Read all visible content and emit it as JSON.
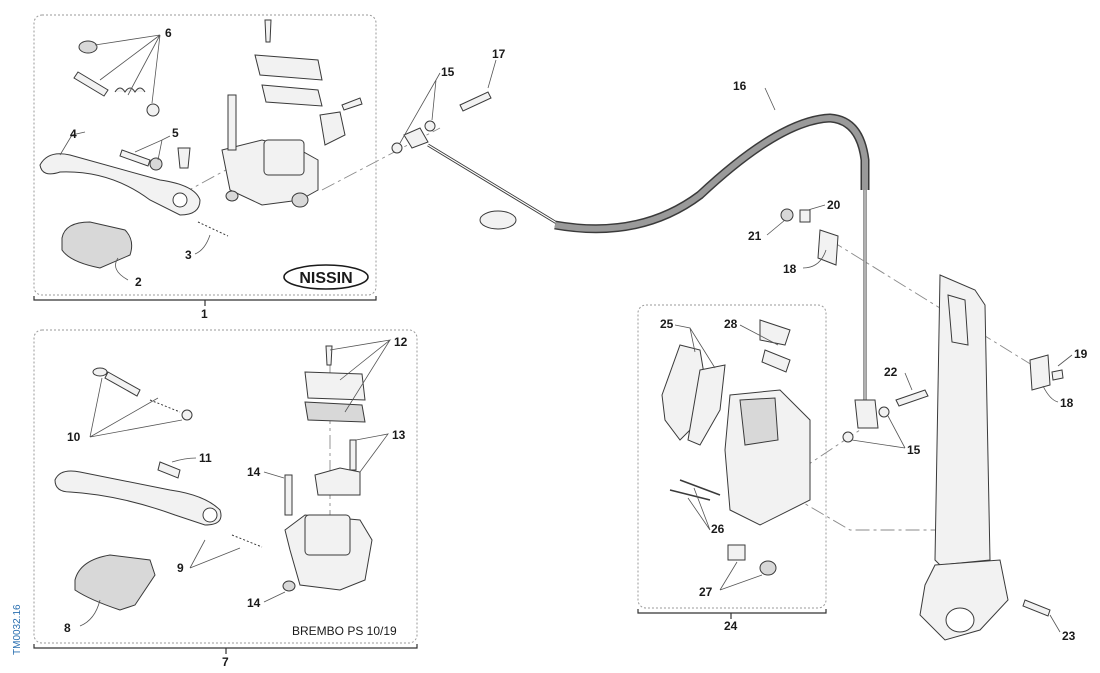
{
  "drawing_code": "TM0032.16",
  "groups": {
    "nissin": {
      "number": "1",
      "brand": "NISSIN"
    },
    "brembo": {
      "number": "7",
      "model": "BREMBO PS 10/19"
    },
    "caliper": {
      "number": "24"
    }
  },
  "callouts": [
    {
      "id": "c2",
      "label": "2"
    },
    {
      "id": "c3",
      "label": "3"
    },
    {
      "id": "c4",
      "label": "4"
    },
    {
      "id": "c5",
      "label": "5"
    },
    {
      "id": "c6",
      "label": "6"
    },
    {
      "id": "c8",
      "label": "8"
    },
    {
      "id": "c9",
      "label": "9"
    },
    {
      "id": "c10",
      "label": "10"
    },
    {
      "id": "c11",
      "label": "11"
    },
    {
      "id": "c12",
      "label": "12"
    },
    {
      "id": "c13",
      "label": "13"
    },
    {
      "id": "c14a",
      "label": "14"
    },
    {
      "id": "c14b",
      "label": "14"
    },
    {
      "id": "c15a",
      "label": "15"
    },
    {
      "id": "c15b",
      "label": "15"
    },
    {
      "id": "c16",
      "label": "16"
    },
    {
      "id": "c17",
      "label": "17"
    },
    {
      "id": "c18a",
      "label": "18"
    },
    {
      "id": "c18b",
      "label": "18"
    },
    {
      "id": "c19",
      "label": "19"
    },
    {
      "id": "c20",
      "label": "20"
    },
    {
      "id": "c21",
      "label": "21"
    },
    {
      "id": "c22",
      "label": "22"
    },
    {
      "id": "c23",
      "label": "23"
    },
    {
      "id": "c25",
      "label": "25"
    },
    {
      "id": "c26",
      "label": "26"
    },
    {
      "id": "c27",
      "label": "27"
    },
    {
      "id": "c28",
      "label": "28"
    }
  ]
}
